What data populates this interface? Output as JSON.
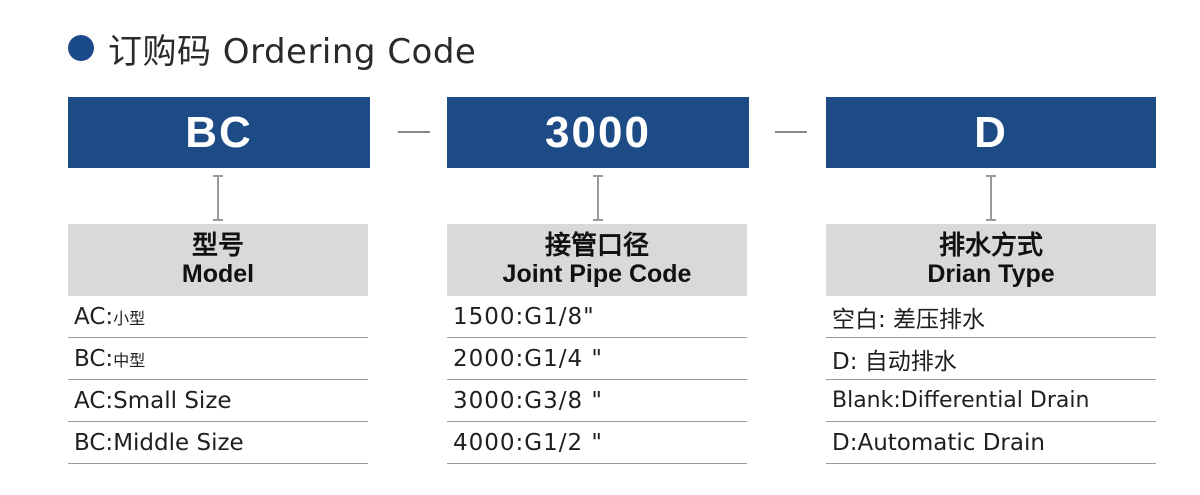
{
  "header": {
    "title": "订购码 Ordering Code"
  },
  "codes": [
    {
      "value": "BC"
    },
    {
      "value": "3000"
    },
    {
      "value": "D"
    }
  ],
  "separators": [
    "—",
    "—"
  ],
  "columns": [
    {
      "title_zh": "型号",
      "title_en": "Model",
      "rows": [
        {
          "key": "AC:",
          "text": "小型",
          "small": true
        },
        {
          "key": "BC:",
          "text": "中型",
          "small": true
        },
        {
          "key": "AC:",
          "text": "Small Size",
          "small": false
        },
        {
          "key": "BC:",
          "text": "Middle Size",
          "small": false
        }
      ]
    },
    {
      "title_zh": "接管口径",
      "title_en": "Joint Pipe Code",
      "rows": [
        {
          "text": "1500:G1/8\""
        },
        {
          "text": "2000:G1/4 \""
        },
        {
          "text": "3000:G3/8 \""
        },
        {
          "text": "4000:G1/2 \""
        }
      ]
    },
    {
      "title_zh": "排水方式",
      "title_en": "Drian Type",
      "rows": [
        {
          "text": "空白: 差压排水"
        },
        {
          "text": "D: 自动排水"
        },
        {
          "text": "Blank:Differential Drain"
        },
        {
          "text": "D:Automatic Drain"
        }
      ]
    }
  ],
  "colors": {
    "accent": "#1d4b86",
    "header_bg": "#d9d9d9",
    "divider": "#9c9c9c"
  }
}
